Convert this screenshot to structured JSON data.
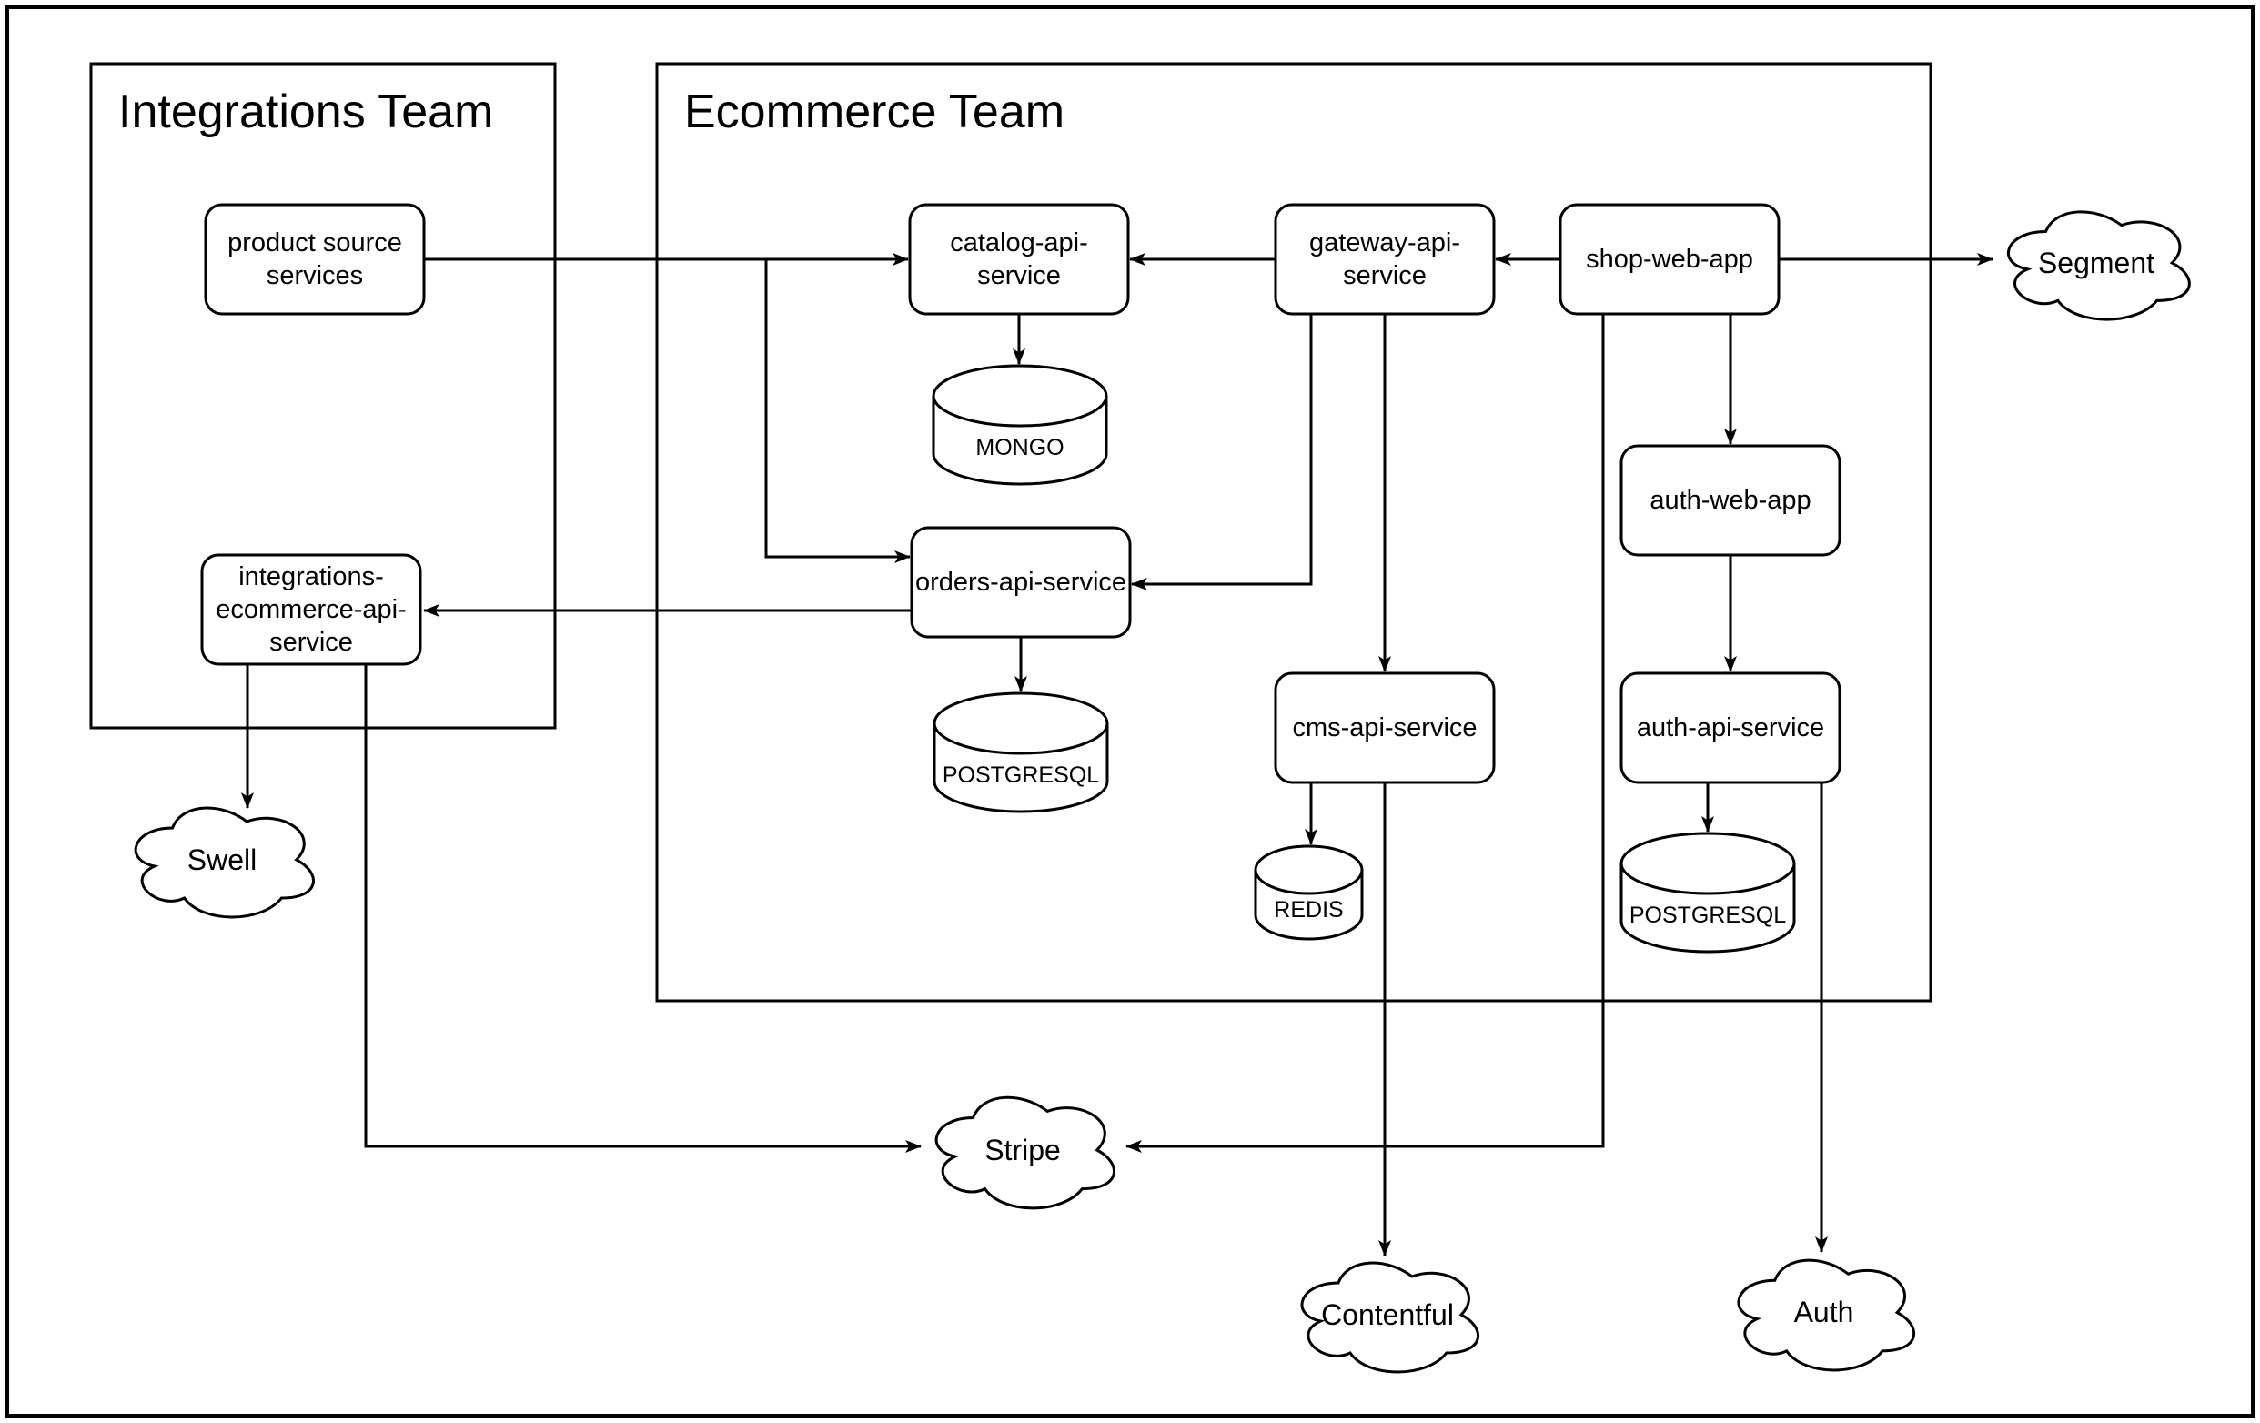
{
  "groups": {
    "integrations": {
      "label": "Integrations Team"
    },
    "ecommerce": {
      "label": "Ecommerce Team"
    }
  },
  "nodes": {
    "product_source": {
      "label": "product source services",
      "lines": [
        "product source",
        "services"
      ]
    },
    "catalog": {
      "label": "catalog-api-service",
      "lines": [
        "catalog-api-",
        "service"
      ]
    },
    "gateway": {
      "label": "gateway-api-service",
      "lines": [
        "gateway-api-",
        "service"
      ]
    },
    "shop": {
      "label": "shop-web-app",
      "lines": [
        "shop-web-app"
      ]
    },
    "auth_web": {
      "label": "auth-web-app",
      "lines": [
        "auth-web-app"
      ]
    },
    "orders": {
      "label": "orders-api-service",
      "lines": [
        "orders-api-service"
      ]
    },
    "integrations_api": {
      "label": "integrations-ecommerce-api-service",
      "lines": [
        "integrations-",
        "ecommerce-api-",
        "service"
      ]
    },
    "cms": {
      "label": "cms-api-service",
      "lines": [
        "cms-api-service"
      ]
    },
    "auth_api": {
      "label": "auth-api-service",
      "lines": [
        "auth-api-service"
      ]
    }
  },
  "databases": {
    "mongo": {
      "label": "MONGO"
    },
    "postgresql_orders": {
      "label": "POSTGRESQL"
    },
    "redis": {
      "label": "REDIS"
    },
    "postgresql_auth": {
      "label": "POSTGRESQL"
    }
  },
  "externals": {
    "segment": {
      "label": "Segment"
    },
    "swell": {
      "label": "Swell"
    },
    "stripe": {
      "label": "Stripe"
    },
    "contentful": {
      "label": "Contentful"
    },
    "auth": {
      "label": "Auth"
    }
  },
  "edges": [
    {
      "from": "product-source-services",
      "to": "catalog-api-service"
    },
    {
      "from": "product-source-services",
      "to": "orders-api-service"
    },
    {
      "from": "gateway-api-service",
      "to": "catalog-api-service"
    },
    {
      "from": "shop-web-app",
      "to": "gateway-api-service"
    },
    {
      "from": "shop-web-app",
      "to": "segment"
    },
    {
      "from": "catalog-api-service",
      "to": "mongo"
    },
    {
      "from": "gateway-api-service",
      "to": "orders-api-service"
    },
    {
      "from": "gateway-api-service",
      "to": "cms-api-service"
    },
    {
      "from": "orders-api-service",
      "to": "postgresql"
    },
    {
      "from": "orders-api-service",
      "to": "integrations-ecommerce-api-service"
    },
    {
      "from": "integrations-ecommerce-api-service",
      "to": "swell"
    },
    {
      "from": "integrations-ecommerce-api-service",
      "to": "stripe"
    },
    {
      "from": "shop-web-app",
      "to": "stripe"
    },
    {
      "from": "shop-web-app",
      "to": "auth-web-app"
    },
    {
      "from": "auth-web-app",
      "to": "auth-api-service"
    },
    {
      "from": "auth-api-service",
      "to": "postgresql"
    },
    {
      "from": "cms-api-service",
      "to": "redis"
    },
    {
      "from": "cms-api-service",
      "to": "contentful"
    },
    {
      "from": "auth-api-service",
      "to": "auth"
    }
  ],
  "colors": {
    "stroke": "#000000",
    "background": "#ffffff",
    "text": "#000000"
  }
}
